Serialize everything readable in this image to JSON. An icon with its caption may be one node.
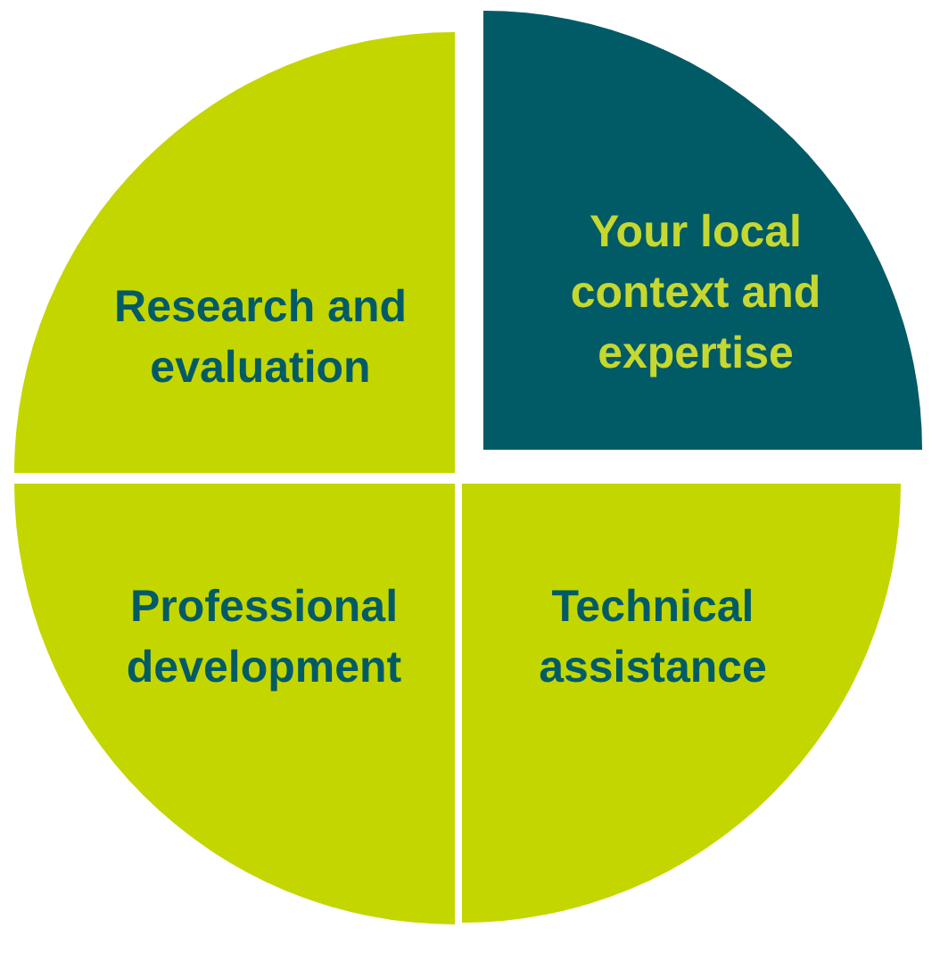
{
  "diagram": {
    "nodes": [
      {
        "text": [
          "Research and evaluation"
        ]
      },
      {
        "text": [
          "Your local context and expertise"
        ]
      },
      {
        "text": [
          "Professional development"
        ]
      },
      {
        "text": [
          "Technical assistance"
        ]
      }
    ]
  }
}
